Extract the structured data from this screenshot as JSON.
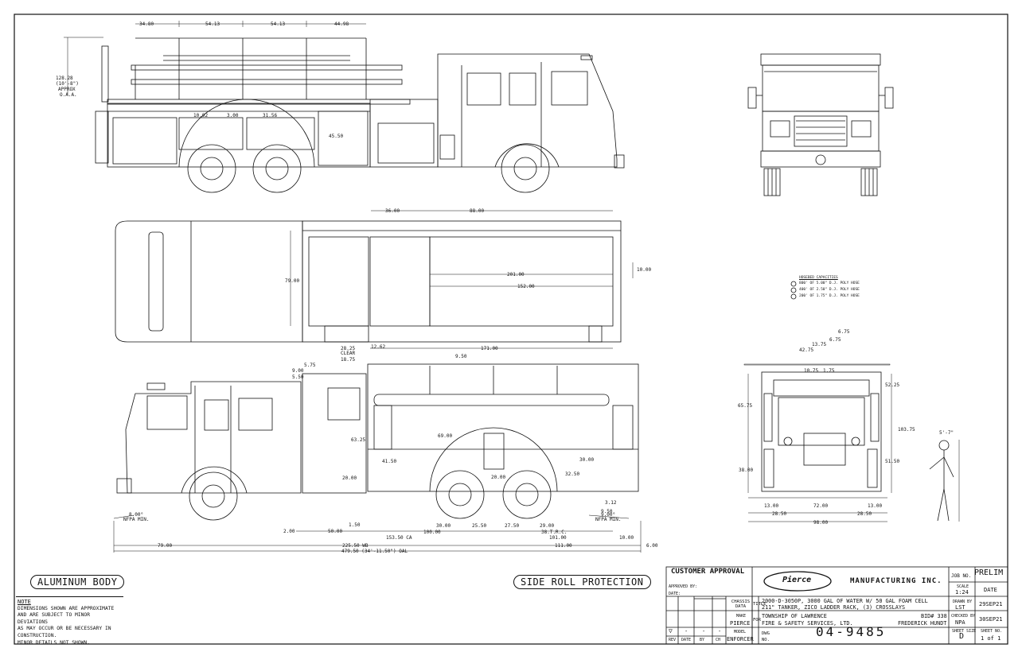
{
  "labels": {
    "aluminum_body": "ALUMINUM BODY",
    "side_roll": "SIDE ROLL PROTECTION"
  },
  "note": {
    "heading": "NOTE",
    "lines": [
      "DIMENSIONS SHOWN ARE APPROXIMATE",
      "AND ARE SUBJECT TO MINOR DEVIATIONS",
      "AS MAY OCCUR OR BE NECESSARY IN",
      "CONSTRUCTION.",
      "MINOR DETAILS NOT SHOWN."
    ]
  },
  "hosebed": {
    "title": "HOSEBED CAPACITIES",
    "items": [
      "800' OF 5.00\" D.J. POLY HOSE",
      "400' OF 2.50\" D.J. POLY HOSE",
      "200' OF 1.75\" D.J. POLY HOSE"
    ]
  },
  "side_view_dims": {
    "top": [
      "34.80",
      "54.13",
      "54.13",
      "44.98"
    ],
    "height": "128.28",
    "height_ft": "(10'-8\")",
    "approx": "APPROX",
    "oaa": "O.A.A.",
    "misc": [
      "10.92",
      "3.00",
      "31.56",
      "45.50"
    ]
  },
  "top_view_dims": {
    "top": [
      "36.00",
      "88.00"
    ],
    "width": "79.00",
    "right": "10.00",
    "long": [
      "201.00",
      "152.00",
      "171.00"
    ],
    "clear": "28.25",
    "clear_label": "CLEAR",
    "step": "12.62"
  },
  "lower_view_dims": {
    "labels": [
      "9.50",
      "69.00",
      "63.25",
      "41.50",
      "20.00",
      "20.00",
      "30.00",
      "32.50",
      "3.12",
      "9.50"
    ],
    "angle_left": "8.00°",
    "angle_right": "9.00°",
    "nfpa_min": "NFPA MIN.",
    "base": [
      "2.00",
      "50.00",
      "1.50",
      "30.00",
      "25.50",
      "27.50",
      "29.00",
      "100.00",
      "153.50 CA",
      "101.00",
      "10.00",
      "111.00",
      "79.00",
      "225.50 WB",
      "6.00"
    ],
    "trc": "38.T.R.C.",
    "oal": "479.50 (34'-11.50\") OAL",
    "top_marks": [
      "5.75",
      "9.00",
      "5.50",
      "18.75"
    ]
  },
  "rear_view_dims": {
    "top": [
      "6.75",
      "6.75",
      "13.75",
      "42.75",
      "10.75",
      "1.75"
    ],
    "left": [
      "65.75",
      "38.00"
    ],
    "right": [
      "52.25",
      "103.75",
      "51.50"
    ],
    "bottom": [
      "13.00",
      "72.00",
      "13.00",
      "28.50",
      "28.50",
      "98.00"
    ],
    "figure": "5'-7\""
  },
  "title_block": {
    "customer_approval": "CUSTOMER APPROVAL",
    "approved_by": "APPROVED BY:",
    "date_label": "DATE:",
    "company": "MANUFACTURING INC.",
    "logo": "Pierce",
    "job_no_label": "JOB NO.",
    "job_no": "PRELIM",
    "scale_label": "SCALE",
    "scale": "1:24",
    "date_col": "DATE",
    "chassis_data": "CHASSIS DATA",
    "title_label": "TITLE",
    "title_line1": "2000-D-3050P, 3000 GAL OF WATER W/ 50 GAL FOAM CELL",
    "title_line2": "211\" TANKER, ZICO LADDER RACK, (3) CROSSLAYS",
    "drawn_by_label": "DRAWN BY",
    "drawn_by": "LST",
    "drawn_date": "29SEP21",
    "make_label": "MAKE",
    "make": "PIERCE",
    "for_label": "FOR",
    "for_line1": "TOWNSHIP OF LAWRENCE",
    "bid": "BID# 338",
    "for_line2": "FIRE & SAFETY SERVICES, LTD.",
    "rep": "FREDERICK HUNDT",
    "checked_by_label": "CHECKED BY",
    "checked_by": "NPA",
    "checked_date": "30SEP21",
    "model_label": "MODEL",
    "model": "ENFORCER",
    "dwg_label": "DWG",
    "no_label": "NO.",
    "dwg_no": "04-9485",
    "sheet_size_label": "SHEET SIZE",
    "sheet_size": "D",
    "sheet_no_label": "SHEET NO.",
    "sheet_no": "1 of 1",
    "rev_cols": [
      "REV",
      "DATE",
      "BY",
      "CH"
    ],
    "rev_row": [
      "-",
      "-",
      "-"
    ]
  }
}
